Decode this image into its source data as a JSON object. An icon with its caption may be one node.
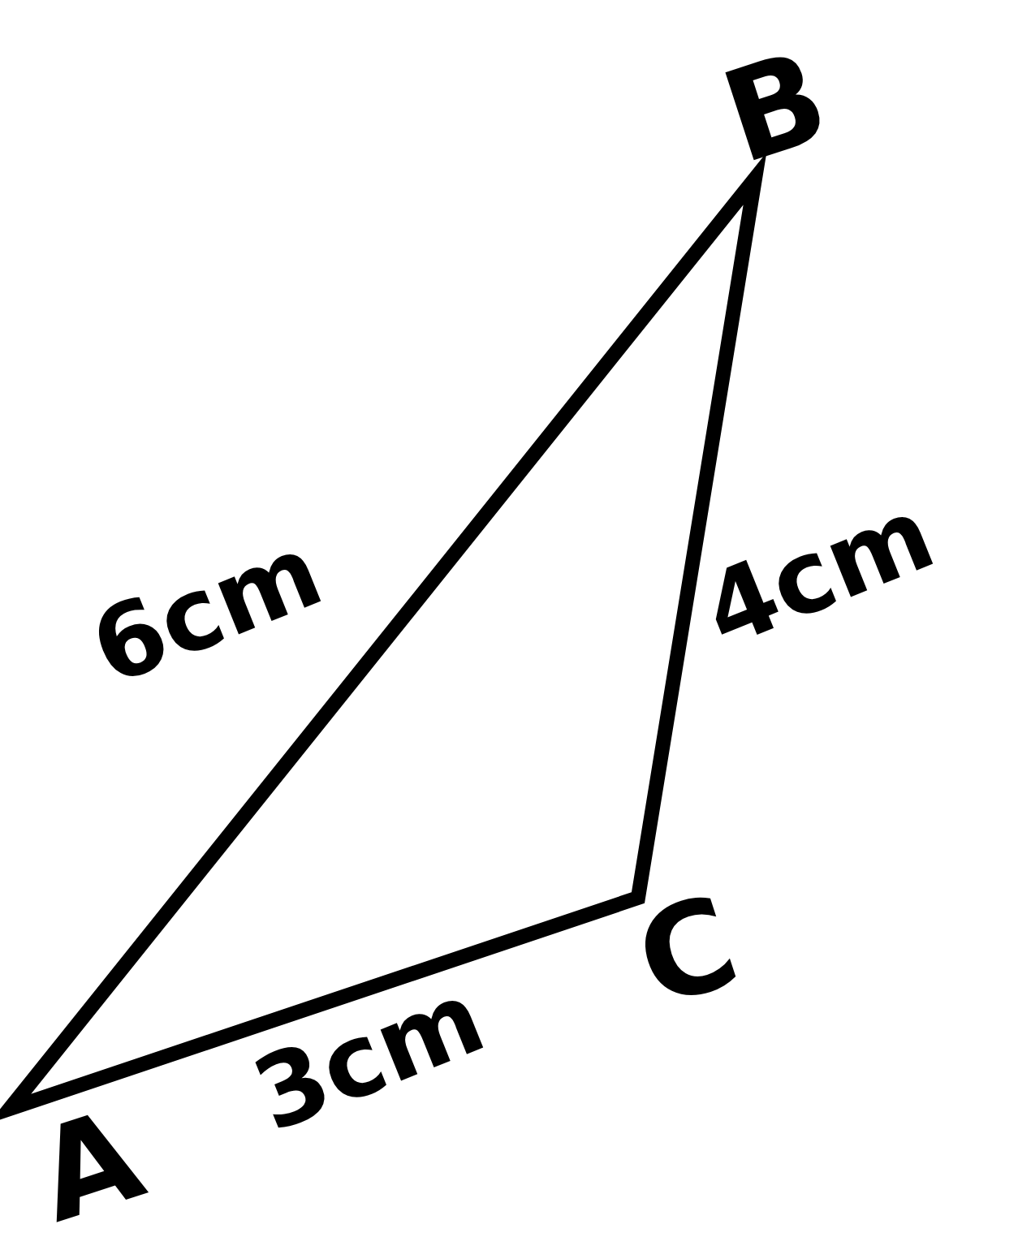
{
  "diagram": {
    "labels": [
      "B",
      "6cm",
      "4cm",
      "C",
      "3cm",
      "A"
    ]
  }
}
